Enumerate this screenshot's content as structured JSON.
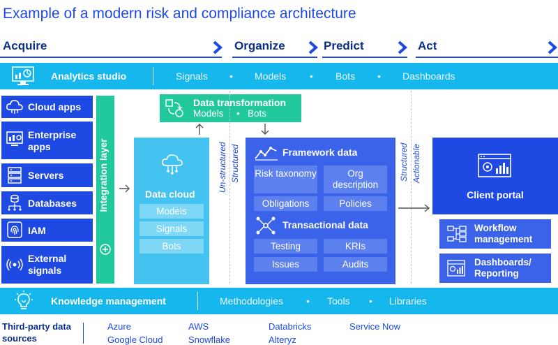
{
  "title": "Example of a modern risk and compliance architecture",
  "phases": [
    "Acquire",
    "Organize",
    "Predict",
    "Act"
  ],
  "analytics_bar": {
    "label": "Analytics studio",
    "items": [
      "Signals",
      "Models",
      "Bots",
      "Dashboards"
    ]
  },
  "sources": [
    "Cloud apps",
    "Enterprise apps",
    "Servers",
    "Databases",
    "IAM",
    "External signals"
  ],
  "integration_layer": "Integration layer",
  "data_transformation": {
    "title": "Data transformation",
    "items": [
      "Models",
      "Bots"
    ]
  },
  "data_cloud": {
    "title": "Data cloud",
    "items": [
      "Models",
      "Signals",
      "Bots"
    ]
  },
  "boundary_labels": {
    "left_a": "Un-structured",
    "left_b": "Structured",
    "right_a": "Structured",
    "right_b": "Actionable"
  },
  "framework_data": {
    "title": "Framework data",
    "items": [
      "Risk taxonomy",
      "Org description",
      "Obligations",
      "Policies"
    ]
  },
  "transactional_data": {
    "title": "Transactional data",
    "items": [
      "Testing",
      "KRIs",
      "Issues",
      "Audits"
    ]
  },
  "client_portal": "Client portal",
  "portal_modules": [
    "Workflow management",
    "Dashboards/ Reporting"
  ],
  "knowledge_bar": {
    "label": "Knowledge management",
    "items": [
      "Methodologies",
      "Tools",
      "Libraries"
    ]
  },
  "third_party": {
    "label": "Third-party data sources",
    "col1": [
      "Azure",
      "Google Cloud"
    ],
    "col2": [
      "AWS",
      "Snowflake"
    ],
    "col3": [
      "Databricks",
      "Alteryz"
    ],
    "col4": [
      "Service Now"
    ]
  },
  "colors": {
    "primary_blue": "#1e49e2",
    "cyan": "#16b7ec",
    "green": "#21c89b",
    "light_cyan": "#45c3f0",
    "mid_blue": "#3a63e9"
  }
}
